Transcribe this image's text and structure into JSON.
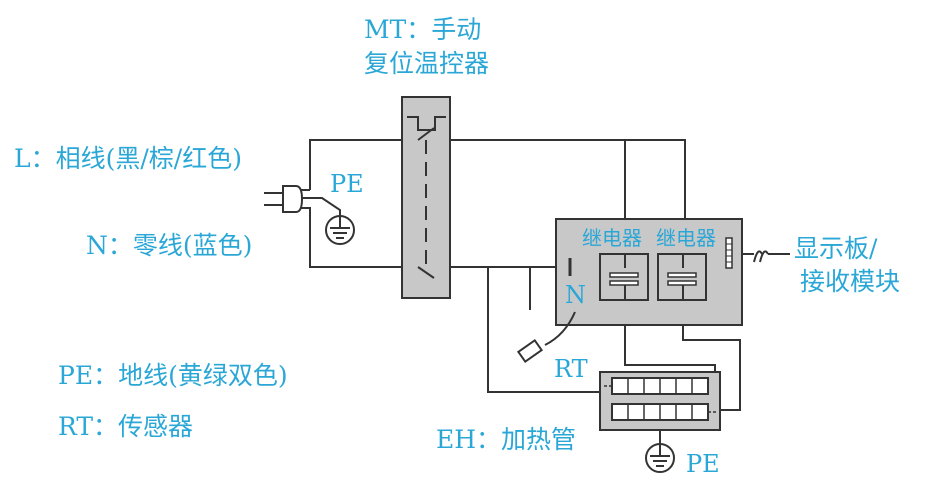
{
  "labels": {
    "mt_line1": "MT：手动",
    "mt_line2": "复位温控器",
    "l_wire": "L：相线(黑/棕/红色)",
    "n_wire": "N：零线(蓝色)",
    "pe_plug": "PE",
    "relay1": "继电器",
    "relay2": "继电器",
    "display_line1": "显示板/",
    "display_line2": "接收模块",
    "n_terminal": "N",
    "rt_sensor": "RT",
    "pe_legend": "PE：地线(黄绿双色)",
    "rt_legend": "RT：传感器",
    "eh_legend": "EH：加热管",
    "pe_bottom": "PE"
  },
  "colors": {
    "label": "#2aa7d6",
    "wire": "#333333",
    "component_fill": "#c8c8c8"
  }
}
